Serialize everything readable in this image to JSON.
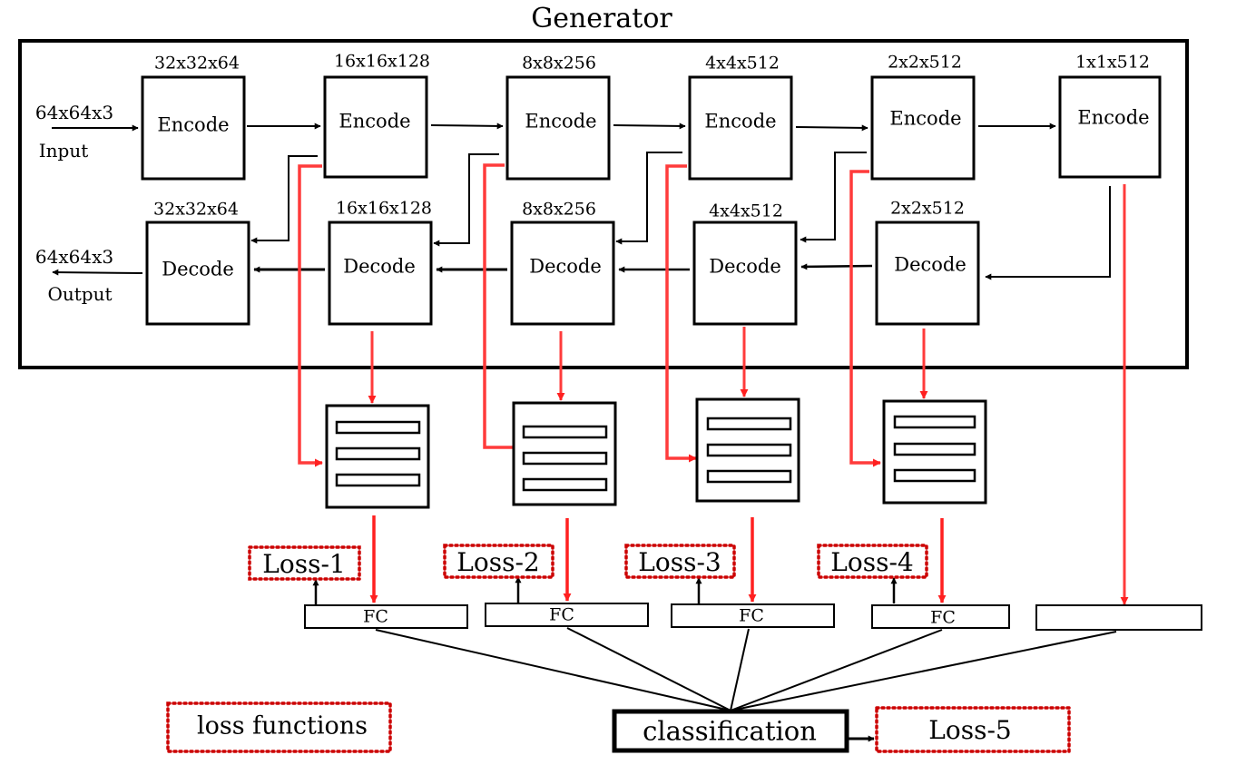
{
  "title": "Generator",
  "input": {
    "dim": "64x64x3",
    "label": "Input"
  },
  "output": {
    "dim": "64x64x3",
    "label": "Output"
  },
  "encoders": [
    {
      "dim": "32x32x64",
      "label": "Encode"
    },
    {
      "dim": "16x16x128",
      "label": "Encode"
    },
    {
      "dim": "8x8x256",
      "label": "Encode"
    },
    {
      "dim": "4x4x512",
      "label": "Encode"
    },
    {
      "dim": "2x2x512",
      "label": "Encode"
    },
    {
      "dim": "1x1x512",
      "label": "Encode"
    }
  ],
  "decoders": [
    {
      "dim": "32x32x64",
      "label": "Decode"
    },
    {
      "dim": "16x16x128",
      "label": "Decode"
    },
    {
      "dim": "8x8x256",
      "label": "Decode"
    },
    {
      "dim": "4x4x512",
      "label": "Decode"
    },
    {
      "dim": "2x2x512",
      "label": "Decode"
    }
  ],
  "fc_layers": [
    {
      "label": "FC"
    },
    {
      "label": "FC"
    },
    {
      "label": "FC"
    },
    {
      "label": "FC"
    },
    {
      "label": ""
    }
  ],
  "losses": [
    "Loss-1",
    "Loss-2",
    "Loss-3",
    "Loss-4"
  ],
  "classification": {
    "label": "classification",
    "loss": "Loss-5"
  },
  "legend": {
    "label": "loss functions"
  },
  "colors": {
    "skip_arrow": "#ff3b3b",
    "loss_border": "#cc0000",
    "line": "#000000"
  }
}
